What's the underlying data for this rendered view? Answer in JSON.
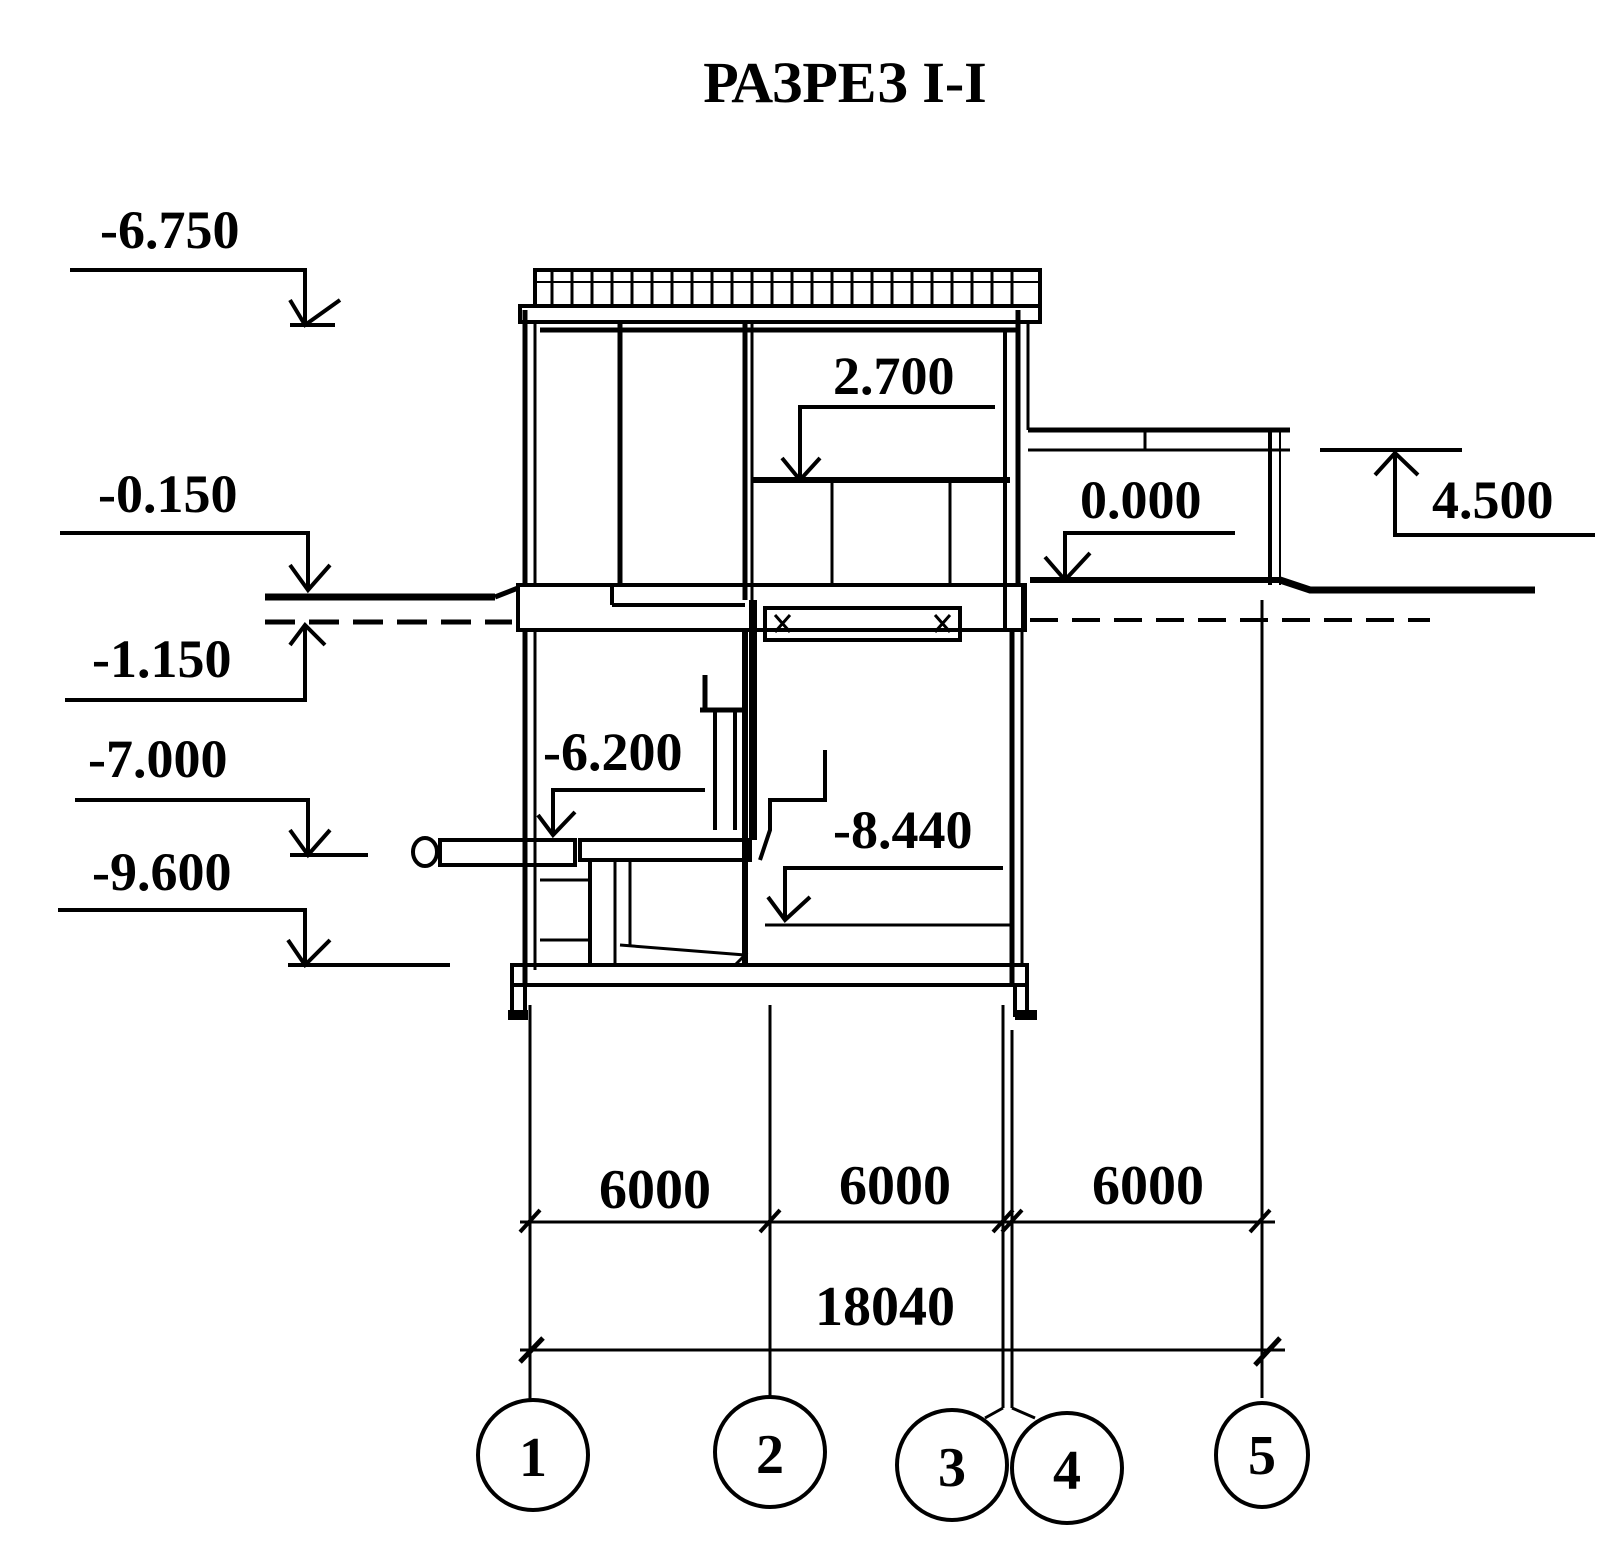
{
  "title": "РАЗРЕЗ I-I",
  "elevations": {
    "e_m6750": "-6.750",
    "e_m0150": "-0.150",
    "e_m1150": "-1.150",
    "e_m7000": "-7.000",
    "e_m9600": "-9.600",
    "e_m6200": "-6.200",
    "e_2700": "2.700",
    "e_0000": "0.000",
    "e_4500": "4.500",
    "e_m8440": "-8.440"
  },
  "dimensions": {
    "span_1_2": "6000",
    "span_2_3": "6000",
    "span_4_5": "6000",
    "overall": "18040"
  },
  "axes": [
    "1",
    "2",
    "3",
    "4",
    "5"
  ]
}
